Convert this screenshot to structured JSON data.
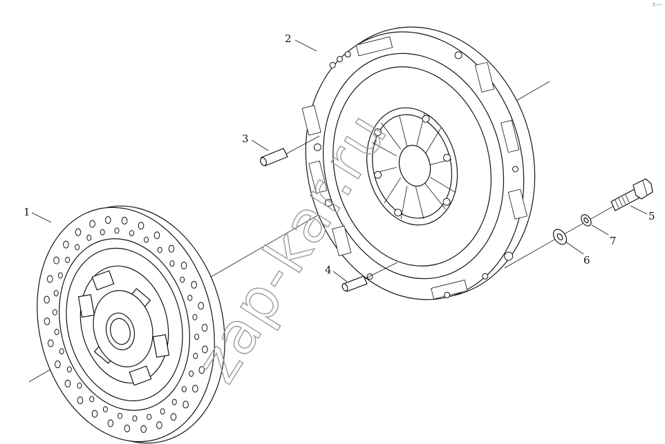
{
  "diagram": {
    "callouts": [
      {
        "id": "1",
        "label": "1"
      },
      {
        "id": "2",
        "label": "2"
      },
      {
        "id": "3",
        "label": "3"
      },
      {
        "id": "4",
        "label": "4"
      },
      {
        "id": "5",
        "label": "5"
      },
      {
        "id": "6",
        "label": "6"
      },
      {
        "id": "7",
        "label": "7"
      }
    ],
    "watermark": "zap-kar.ru",
    "corner_mark": "c—",
    "colors": {
      "line": "#111111",
      "background": "#ffffff",
      "watermark": "#9a9a9a"
    }
  }
}
